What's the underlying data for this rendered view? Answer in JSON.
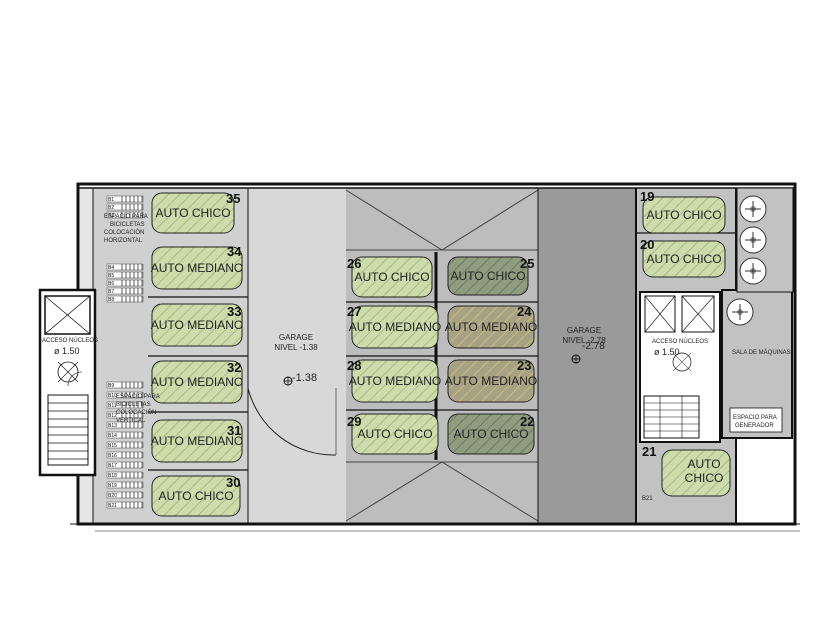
{
  "colors": {
    "light_floor": "#d4d4d4",
    "mid_floor": "#bdbdbd",
    "dark_floor": "#9a9a9a",
    "light_car": "#c9d9a8",
    "dark_car": "#8f9c80",
    "outline": "#111111"
  },
  "left_column_labels": {
    "bike_top": [
      "ESPACIO PARA",
      "BICICLETAS",
      "COLOCACIÓN",
      "HORIZONTAL"
    ],
    "bike_bottom": [
      "ESPACIO PARA",
      "BICICLETAS",
      "COLOCACIÓN",
      "VERTICAL"
    ],
    "acceso_left": "ACCESO NÚCLEOS",
    "diam_left": "ø 1.50",
    "bike_codes": [
      "B1",
      "B2",
      "B3",
      "B4",
      "B5",
      "B6",
      "B7",
      "B8",
      "B9",
      "B10",
      "B11",
      "B12",
      "B13",
      "B14",
      "B15",
      "B16",
      "B17",
      "B18",
      "B19",
      "B20",
      "B21"
    ]
  },
  "levels": {
    "level1": [
      "GARAGE",
      "NIVEL -1.38"
    ],
    "level1_mark": "-1.38",
    "level2": [
      "GARAGE",
      "NIVEL -2.78"
    ],
    "level2_mark": "-2.78"
  },
  "right_rooms": {
    "acceso_right": "ACCESO NÚCLEOS",
    "diam_right": "ø 1.50",
    "sala": "SALA DE MÁQUINAS",
    "generador": [
      "ESPACIO PARA",
      "GENERADOR"
    ],
    "b21": "B21"
  },
  "spaces": [
    {
      "num": "35",
      "label": "AUTO CHICO",
      "style": "light"
    },
    {
      "num": "34",
      "label": "AUTO MEDIANO",
      "style": "light"
    },
    {
      "num": "33",
      "label": "AUTO MEDIANO",
      "style": "light"
    },
    {
      "num": "32",
      "label": "AUTO MEDIANO",
      "style": "light"
    },
    {
      "num": "31",
      "label": "AUTO MEDIANO",
      "style": "light"
    },
    {
      "num": "30",
      "label": "AUTO CHICO",
      "style": "light"
    },
    {
      "num": "26",
      "label": "AUTO CHICO",
      "style": "light"
    },
    {
      "num": "27",
      "label": "AUTO MEDIANO",
      "style": "light"
    },
    {
      "num": "28",
      "label": "AUTO MEDIANO",
      "style": "light"
    },
    {
      "num": "29",
      "label": "AUTO CHICO",
      "style": "light"
    },
    {
      "num": "25",
      "label": "AUTO CHICO",
      "style": "dark"
    },
    {
      "num": "24",
      "label": "AUTO MEDIANO",
      "style": "light"
    },
    {
      "num": "23",
      "label": "AUTO MEDIANO",
      "style": "light"
    },
    {
      "num": "22",
      "label": "AUTO CHICO",
      "style": "dark"
    },
    {
      "num": "19",
      "label": "AUTO CHICO",
      "style": "light"
    },
    {
      "num": "20",
      "label": "AUTO CHICO",
      "style": "light"
    },
    {
      "num": "21",
      "label": [
        "AUTO",
        "CHICO"
      ],
      "style": "light"
    }
  ]
}
